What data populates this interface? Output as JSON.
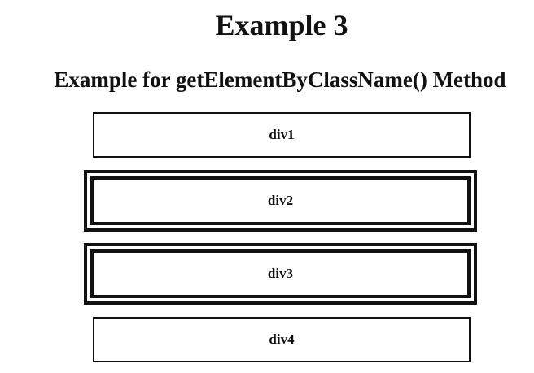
{
  "page": {
    "title": "Example 3",
    "subtitle": "Example for getElementByClassName() Method"
  },
  "boxes": [
    {
      "label": "div1",
      "highlighted": false
    },
    {
      "label": "div2",
      "highlighted": true
    },
    {
      "label": "div3",
      "highlighted": true
    },
    {
      "label": "div4",
      "highlighted": false
    }
  ],
  "colors": {
    "text": "#111111",
    "border": "#111111",
    "background": "#ffffff"
  }
}
